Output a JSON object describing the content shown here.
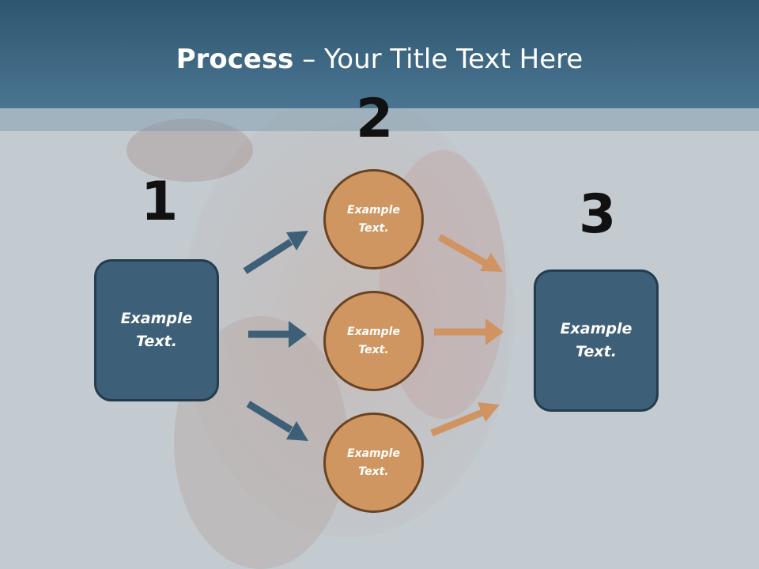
{
  "slide": {
    "title_bold": "Process",
    "title_rest": " – Your Title Text Here"
  },
  "steps": {
    "one": "1",
    "two": "2",
    "three": "3"
  },
  "left_box": {
    "label": "Example Text."
  },
  "right_box": {
    "label": "Example Text."
  },
  "circles": [
    {
      "label": "Example Text."
    },
    {
      "label": "Example Text."
    },
    {
      "label": "Example Text."
    }
  ],
  "colors": {
    "header": "#3e6884",
    "box_fill": "#3d5f77",
    "circle_fill": "#cf9662",
    "arrow_blue": "#3d5f77",
    "arrow_orange": "#d09462"
  }
}
